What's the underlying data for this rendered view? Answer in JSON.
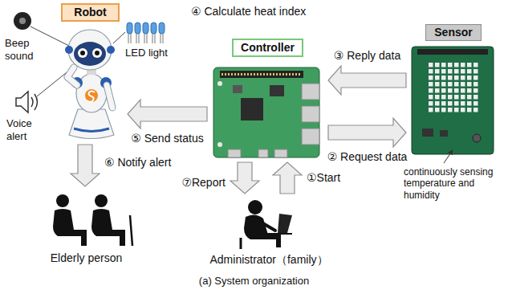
{
  "diagram": {
    "caption": "(a) System organization",
    "nodes": [
      {
        "text": [
          "Robot"
        ]
      },
      {
        "text": [
          "Controller"
        ]
      },
      {
        "text": [
          "Sensor"
        ]
      },
      {
        "text": [
          "Elderly person"
        ]
      },
      {
        "text": [
          "Administrator（family）"
        ]
      }
    ],
    "edges": [
      {
        "from": 2,
        "to": 1,
        "label": "③ Reply data",
        "arrow": "to"
      },
      {
        "from": 1,
        "to": 2,
        "label": "② Request data",
        "arrow": "to"
      },
      {
        "from": 1,
        "to": 0,
        "label": "⑤ Send status",
        "arrow": "to"
      },
      {
        "from": 0,
        "to": 3,
        "label": "⑥ Notify alert",
        "arrow": "to"
      },
      {
        "from": 1,
        "to": 4,
        "label": "⑦Report",
        "arrow": "to"
      },
      {
        "from": 4,
        "to": 1,
        "label": "①Start",
        "arrow": "to"
      }
    ],
    "labels": [
      "④ Calculate heat index",
      "Beep sound",
      "LED light",
      "Voice alert",
      "continuously sensing temperature and humidity"
    ]
  }
}
